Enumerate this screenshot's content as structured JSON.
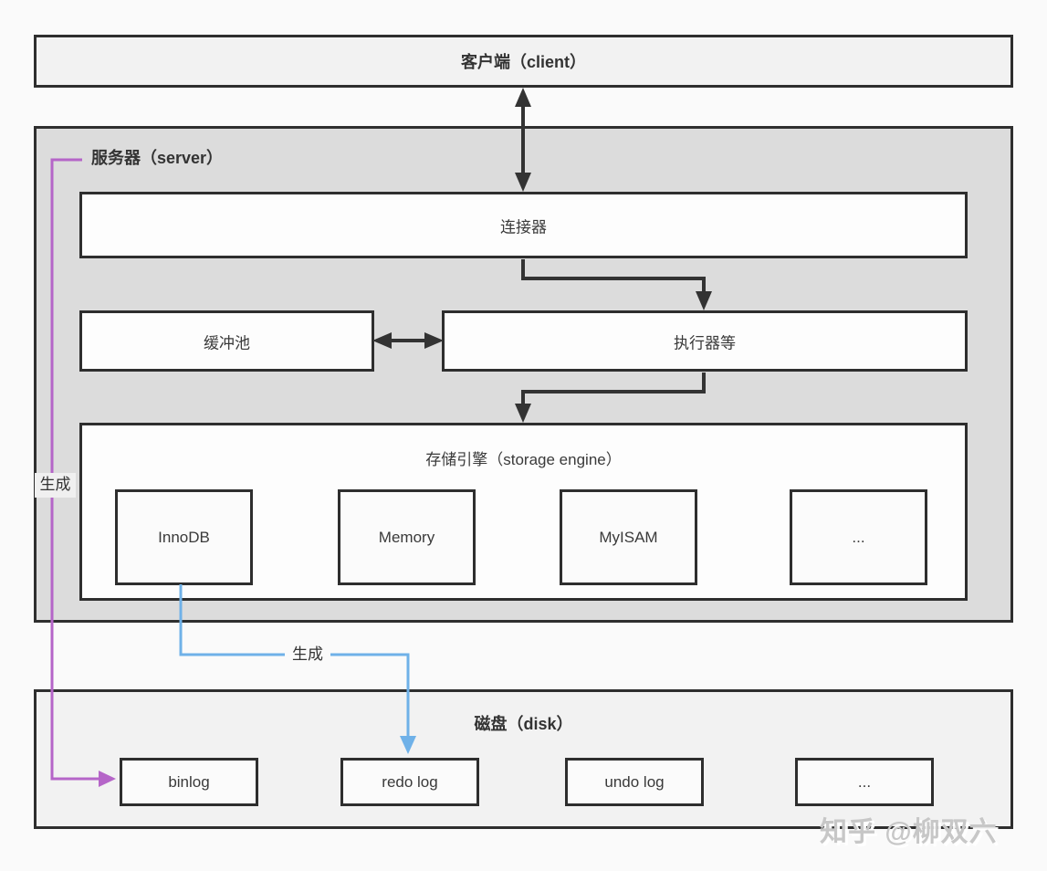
{
  "client": {
    "label": "客户端（client）"
  },
  "server": {
    "label": "服务器（server）",
    "connector_label": "连接器",
    "buffer_pool_label": "缓冲池",
    "executor_label": "执行器等",
    "storage_engine": {
      "label": "存储引擎（storage engine）",
      "engines": [
        "InnoDB",
        "Memory",
        "MyISAM",
        "..."
      ]
    }
  },
  "disk": {
    "label": "磁盘（disk）",
    "files": [
      "binlog",
      "redo log",
      "undo log",
      "..."
    ]
  },
  "edges": {
    "server_to_binlog_label": "生成",
    "innodb_to_redolog_label": "生成"
  },
  "watermark": "知乎 @柳双六",
  "colors": {
    "arrow": "#333333",
    "binlog_edge": "#b565c8",
    "redolog_edge": "#6fb1e8",
    "server_fill": "#dcdcdc",
    "panel_fill": "#f2f2f2",
    "border": "#2e2e2e"
  }
}
